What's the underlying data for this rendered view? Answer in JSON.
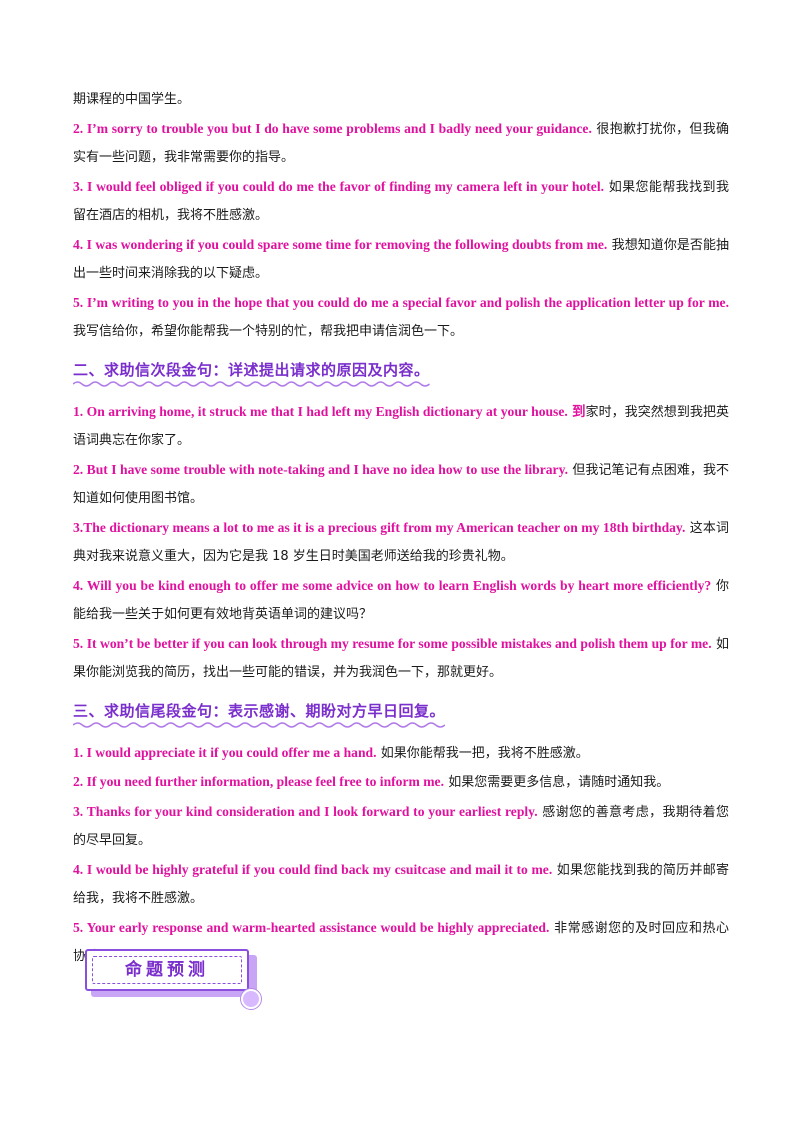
{
  "intro_tail": "期课程的中国学生。",
  "block1": [
    {
      "en": "2. I’m sorry to trouble you but I do have some problems and I badly need your guidance.",
      "zh": "很抱歉打扰你，但我确实有一些问题，我非常需要你的指导。"
    },
    {
      "en": "3.  I would feel obliged if you could do me the favor of finding my camera left in your hotel.",
      "zh": "如果您能帮我找到我留在酒店的相机，我将不胜感激。"
    },
    {
      "en": "4.  I was wondering if you could spare some time for removing the following doubts from me.",
      "zh": "我想知道你是否能抽出一些时间来消除我的以下疑虑。"
    },
    {
      "en": "5.  I’m writing to you in the hope that you could do me a special favor and polish the application letter up for me.",
      "zh": "我写信给你，希望你能帮我一个特别的忙，帮我把申请信润色一下。"
    }
  ],
  "section2": {
    "title": "二、求助信次段金句：详述提出请求的原因及内容。",
    "items": [
      {
        "en": "1.  On arriving home, it struck me that I had left my English dictionary at your house.",
        "lead": "到",
        "zh": "家时，我突然想到我把英语词典忘在你家了。"
      },
      {
        "en": "2.  But I have some trouble with note-taking and I have no idea how to use the library.",
        "lead": "",
        "zh": "但我记笔记有点困难，我不知道如何使用图书馆。"
      },
      {
        "en": "3.The dictionary means a lot to me as it is a precious gift from my American teacher on my 18th birthday.",
        "lead": "",
        "zh": "这本词典对我来说意义重大，因为它是我 18 岁生日时美国老师送给我的珍贵礼物。"
      },
      {
        "en": "4.  Will you be kind enough to offer me some advice on how to learn English words by heart more efficiently?",
        "lead": "",
        "zh": "你能给我一些关于如何更有效地背英语单词的建议吗？"
      },
      {
        "en": "5.  It  won’t be better if you can look through my resume for some possible mistakes and polish them up for me.",
        "lead": "",
        "zh": "如果你能浏览我的简历，找出一些可能的错误，并为我润色一下，那就更好。"
      }
    ]
  },
  "section3": {
    "title": "三、求助信尾段金句：表示感谢、期盼对方早日回复。",
    "items": [
      {
        "en": "1. I would appreciate it if you could offer me a hand.",
        "zh": "如果你能帮我一把，我将不胜感激。"
      },
      {
        "en": "2. If you need further information, please feel free to inform me.",
        "zh": "如果您需要更多信息，请随时通知我。"
      },
      {
        "en": "3. Thanks for your kind consideration and I look forward to your earliest reply.",
        "zh": "感谢您的善意考虑，我期待着您的尽早回复。"
      },
      {
        "en": "4. I would be highly grateful if you could find back my csuitcase and mail it to me.",
        "zh": "如果您能找到我的简历并邮寄给我，我将不胜感激。"
      },
      {
        "en": "5. Your early response and warm-hearted assistance would be highly appreciated.",
        "zh": "非常感谢您的及时回应和热心协助。"
      }
    ]
  },
  "badge": {
    "label": "命题预测"
  },
  "colors": {
    "accent_pink": "#e0119f",
    "accent_purple": "#7a2fcc"
  }
}
